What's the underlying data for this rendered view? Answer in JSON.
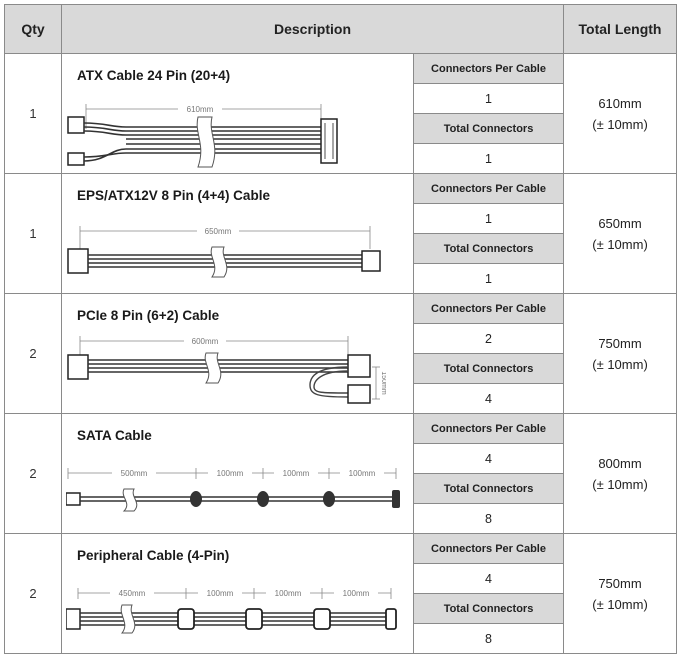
{
  "headers": {
    "qty": "Qty",
    "description": "Description",
    "total_length": "Total Length"
  },
  "labels": {
    "connectors_per_cable": "Connectors Per Cable",
    "total_connectors": "Total Connectors"
  },
  "rows": [
    {
      "qty": "1",
      "name": "ATX Cable 24 Pin (20+4)",
      "connectors_per_cable": "1",
      "total_connectors": "1",
      "length": "610mm",
      "tolerance": "(± 10mm)",
      "dims": [
        "610mm"
      ]
    },
    {
      "qty": "1",
      "name": "EPS/ATX12V 8 Pin (4+4) Cable",
      "connectors_per_cable": "1",
      "total_connectors": "1",
      "length": "650mm",
      "tolerance": "(± 10mm)",
      "dims": [
        "650mm"
      ]
    },
    {
      "qty": "2",
      "name": "PCIe 8 Pin (6+2) Cable",
      "connectors_per_cable": "2",
      "total_connectors": "4",
      "length": "750mm",
      "tolerance": "(± 10mm)",
      "dims": [
        "600mm",
        "150mm"
      ]
    },
    {
      "qty": "2",
      "name": "SATA Cable",
      "connectors_per_cable": "4",
      "total_connectors": "8",
      "length": "800mm",
      "tolerance": "(± 10mm)",
      "dims": [
        "500mm",
        "100mm",
        "100mm",
        "100mm"
      ]
    },
    {
      "qty": "2",
      "name": "Peripheral Cable (4-Pin)",
      "connectors_per_cable": "4",
      "total_connectors": "8",
      "length": "750mm",
      "tolerance": "(± 10mm)",
      "dims": [
        "450mm",
        "100mm",
        "100mm",
        "100mm"
      ]
    }
  ]
}
